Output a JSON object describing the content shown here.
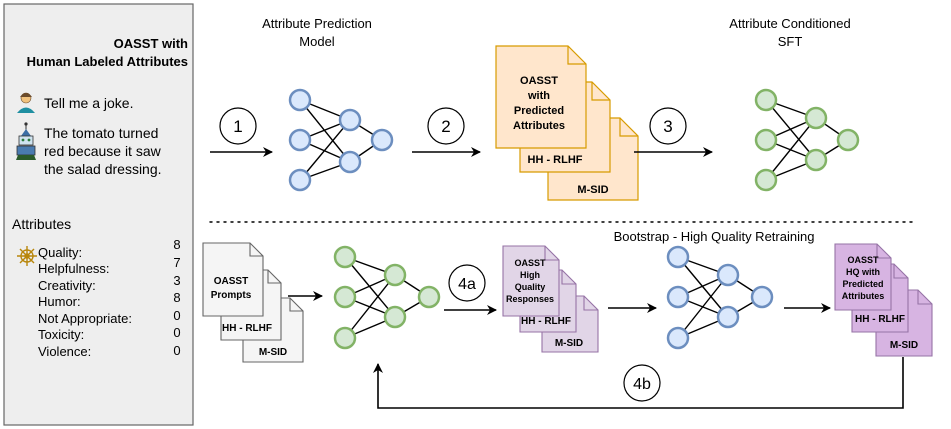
{
  "colors": {
    "panel_bg": "#eeeeee",
    "panel_border": "#666666",
    "node_blue_fill": "#dae8fc",
    "node_blue_stroke": "#6c8ebf",
    "node_green_fill": "#d5e8d4",
    "node_green_stroke": "#82b366",
    "doc_orange_fill": "#ffe6cc",
    "doc_orange_stroke": "#d79b00",
    "doc_gray_fill": "#f5f5f5",
    "doc_gray_stroke": "#666666",
    "doc_purple_light_fill": "#e1d5e7",
    "doc_purple_light_stroke": "#9673a6",
    "doc_purple_fill": "#d7b4e2",
    "doc_purple_stroke": "#9673a6"
  },
  "left_panel": {
    "title_line1": "OASST with",
    "title_line2": "Human Labeled Attributes",
    "user_icon": "person-icon",
    "user_message": "Tell me a joke.",
    "assistant_icon": "robot-icon",
    "assistant_message_lines": [
      "The tomato turned",
      "red because it saw",
      "the salad dressing."
    ],
    "attributes_heading": "Attributes",
    "attributes_icon": "ship-wheel-icon",
    "attributes": [
      {
        "name": "Quality:",
        "value": "8"
      },
      {
        "name": "Helpfulness:",
        "value": "7"
      },
      {
        "name": "Creativity:",
        "value": "3"
      },
      {
        "name": "Humor:",
        "value": "8"
      },
      {
        "name": "Not Appropriate:",
        "value": "0"
      },
      {
        "name": "Toxicity:",
        "value": "0"
      },
      {
        "name": "Violence:",
        "value": "0"
      }
    ]
  },
  "top_row": {
    "label_attribute_prediction": [
      "Attribute Prediction",
      "Model"
    ],
    "label_attribute_conditioned": [
      "Attribute Conditioned",
      "SFT"
    ],
    "step1": "1",
    "step2": "2",
    "step3": "3",
    "doc_front": [
      "OASST",
      "with",
      "Predicted",
      "Attributes"
    ],
    "doc_middle": "HH - RLHF",
    "doc_back": "M-SID"
  },
  "bottom_row": {
    "section_title": "Bootstrap - High Quality Retraining",
    "prompts_doc_front": [
      "OASST",
      "Prompts"
    ],
    "prompts_doc_middle": "HH - RLHF",
    "prompts_doc_back": "M-SID",
    "step4a": "4a",
    "responses_doc_front": [
      "OASST",
      "High",
      "Quality",
      "Responses"
    ],
    "responses_doc_middle": "HH - RLHF",
    "responses_doc_back": "M-SID",
    "hq_doc_front": [
      "OASST",
      "HQ with",
      "Predicted",
      "Attributes"
    ],
    "hq_doc_middle": "HH - RLHF",
    "hq_doc_back": "M-SID",
    "step4b": "4b"
  }
}
